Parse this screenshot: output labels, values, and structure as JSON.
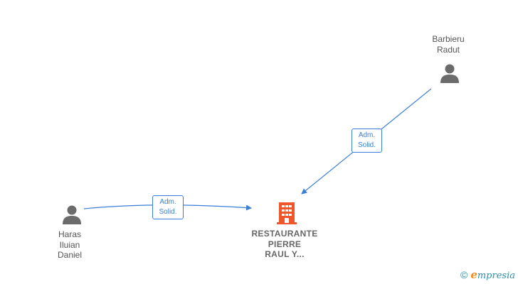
{
  "nodes": {
    "barbieru": {
      "lines": [
        "Barbieru",
        "Radut"
      ],
      "icon": "person-icon"
    },
    "haras": {
      "lines": [
        "Haras",
        "Iluian",
        "Daniel"
      ],
      "icon": "person-icon"
    },
    "company": {
      "lines": [
        "RESTAURANTE",
        "PIERRE",
        "RAUL Y..."
      ],
      "icon": "building-icon"
    }
  },
  "edges": [
    {
      "from": "barbieru",
      "to": "company",
      "label": [
        "Adm.",
        "Solid."
      ]
    },
    {
      "from": "haras",
      "to": "company",
      "label": [
        "Adm.",
        "Solid."
      ]
    }
  ],
  "brand": {
    "copyright": "©",
    "e": "e",
    "rest": "mpresia"
  },
  "colors": {
    "edge": "#3a7fd5",
    "person": "#6b6b6b",
    "company": "#f0562a",
    "brand": "#2a8fa8",
    "brand_accent": "#f08c1e"
  }
}
